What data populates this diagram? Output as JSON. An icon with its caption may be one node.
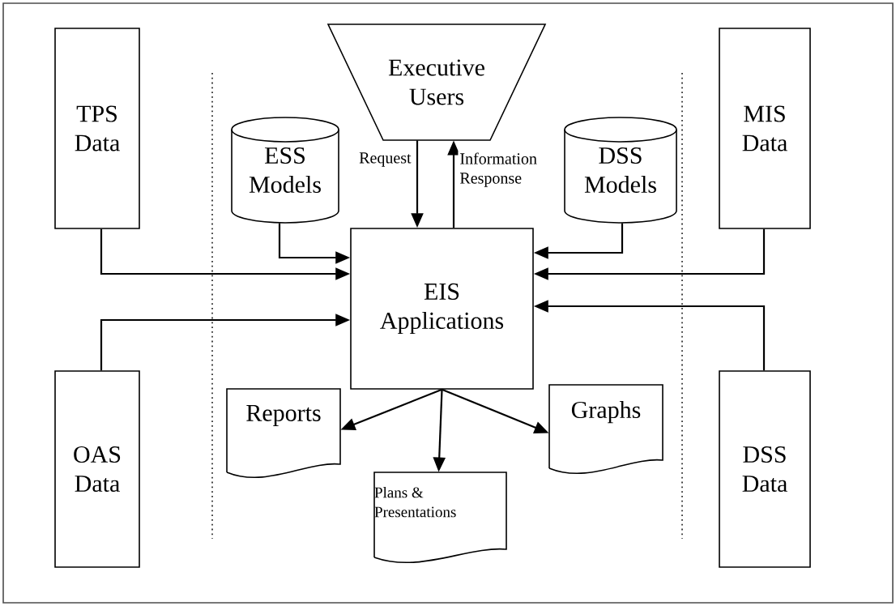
{
  "diagram": {
    "nodes": [
      {
        "text": [
          "TPS Data"
        ]
      },
      {
        "text": [
          "Executive Users"
        ]
      },
      {
        "text": [
          "ESS Models"
        ]
      },
      {
        "text": [
          "DSS Models"
        ]
      },
      {
        "text": [
          "MIS Data"
        ]
      },
      {
        "text": [
          "EIS Applications"
        ]
      },
      {
        "text": [
          "OAS Data"
        ]
      },
      {
        "text": [
          "DSS Data"
        ]
      },
      {
        "text": [
          "Reports"
        ]
      },
      {
        "text": [
          "Graphs"
        ]
      },
      {
        "text": [
          "Plans & Presentations"
        ]
      }
    ],
    "edges": [
      {
        "from": 1,
        "to": 5,
        "arrow": "to",
        "label": "Request"
      },
      {
        "from": 5,
        "to": 1,
        "arrow": "to",
        "label": "Information Response"
      },
      {
        "from": 2,
        "to": 5,
        "arrow": "to"
      },
      {
        "from": 3,
        "to": 5,
        "arrow": "to"
      },
      {
        "from": 0,
        "to": 5,
        "arrow": "to"
      },
      {
        "from": 4,
        "to": 5,
        "arrow": "to"
      },
      {
        "from": 6,
        "to": 5,
        "arrow": "to"
      },
      {
        "from": 7,
        "to": 5,
        "arrow": "to"
      },
      {
        "from": 5,
        "to": 8,
        "arrow": "to"
      },
      {
        "from": 5,
        "to": 10,
        "arrow": "to"
      },
      {
        "from": 5,
        "to": 9,
        "arrow": "to"
      }
    ]
  }
}
